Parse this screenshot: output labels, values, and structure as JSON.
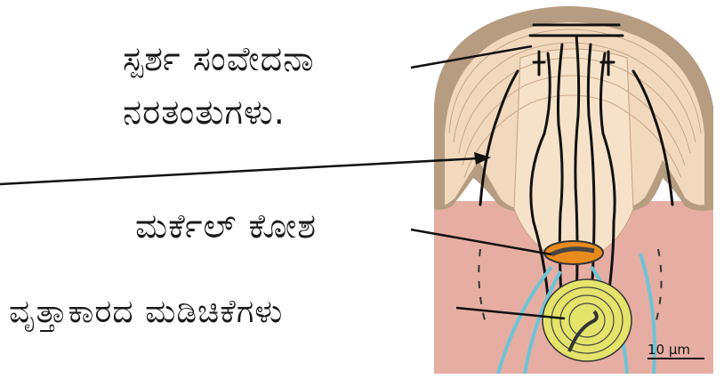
{
  "labels": {
    "touch_nerve_line1": "ಸ್ಪರ್ಶ ಸಂವೇದನಾ",
    "touch_nerve_line2": "ನರತಂತುಗಳು.",
    "merkel_cell": "ಮರ್ಕೆಲ್ ಕೋಶ",
    "pacinian_corpuscle": "ವೃತ್ತಾಕಾರದ ಮಡಿಚಿಕೆಗಳು"
  },
  "scale_bar": "10 µm",
  "colors": {
    "epidermis_outer": "#b49a7e",
    "epidermis_inner": "#f3dcc0",
    "dermis": "#e8b0a6",
    "nerve": "#111111",
    "myelin": "#7cc8d8",
    "merkel": "#e88a1c",
    "corpuscle": "#e3e36a"
  }
}
